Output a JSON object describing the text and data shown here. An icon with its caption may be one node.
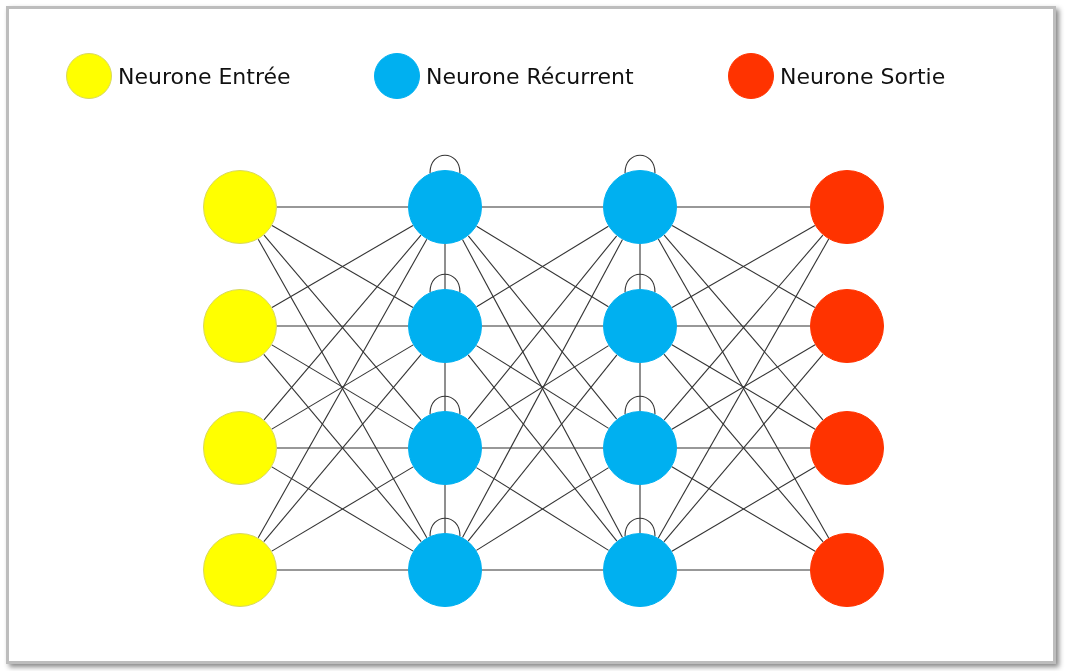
{
  "diagram": {
    "nodes": [
      {
        "text": [],
        "shape": "circle"
      },
      {
        "text": [],
        "shape": "circle"
      },
      {
        "text": [],
        "shape": "circle"
      },
      {
        "text": [],
        "shape": "circle"
      },
      {
        "text": [],
        "shape": "circle"
      },
      {
        "text": [],
        "shape": "circle"
      },
      {
        "text": [],
        "shape": "circle"
      },
      {
        "text": [],
        "shape": "circle"
      },
      {
        "text": [],
        "shape": "circle"
      },
      {
        "text": [],
        "shape": "circle"
      },
      {
        "text": [],
        "shape": "circle"
      },
      {
        "text": [],
        "shape": "circle"
      },
      {
        "text": [],
        "shape": "circle"
      },
      {
        "text": [],
        "shape": "circle"
      },
      {
        "text": [],
        "shape": "circle"
      },
      {
        "text": [],
        "shape": "circle"
      }
    ],
    "edges": [
      {
        "from": 0,
        "to": 4,
        "arrow": "none"
      },
      {
        "from": 0,
        "to": 5,
        "arrow": "none"
      },
      {
        "from": 0,
        "to": 6,
        "arrow": "none"
      },
      {
        "from": 0,
        "to": 7,
        "arrow": "none"
      },
      {
        "from": 1,
        "to": 4,
        "arrow": "none"
      },
      {
        "from": 1,
        "to": 5,
        "arrow": "none"
      },
      {
        "from": 1,
        "to": 6,
        "arrow": "none"
      },
      {
        "from": 1,
        "to": 7,
        "arrow": "none"
      },
      {
        "from": 2,
        "to": 4,
        "arrow": "none"
      },
      {
        "from": 2,
        "to": 5,
        "arrow": "none"
      },
      {
        "from": 2,
        "to": 6,
        "arrow": "none"
      },
      {
        "from": 2,
        "to": 7,
        "arrow": "none"
      },
      {
        "from": 3,
        "to": 4,
        "arrow": "none"
      },
      {
        "from": 3,
        "to": 5,
        "arrow": "none"
      },
      {
        "from": 3,
        "to": 6,
        "arrow": "none"
      },
      {
        "from": 3,
        "to": 7,
        "arrow": "none"
      },
      {
        "from": 4,
        "to": 8,
        "arrow": "none"
      },
      {
        "from": 4,
        "to": 9,
        "arrow": "none"
      },
      {
        "from": 4,
        "to": 10,
        "arrow": "none"
      },
      {
        "from": 4,
        "to": 11,
        "arrow": "none"
      },
      {
        "from": 5,
        "to": 8,
        "arrow": "none"
      },
      {
        "from": 5,
        "to": 9,
        "arrow": "none"
      },
      {
        "from": 5,
        "to": 10,
        "arrow": "none"
      },
      {
        "from": 5,
        "to": 11,
        "arrow": "none"
      },
      {
        "from": 6,
        "to": 8,
        "arrow": "none"
      },
      {
        "from": 6,
        "to": 9,
        "arrow": "none"
      },
      {
        "from": 6,
        "to": 10,
        "arrow": "none"
      },
      {
        "from": 6,
        "to": 11,
        "arrow": "none"
      },
      {
        "from": 7,
        "to": 8,
        "arrow": "none"
      },
      {
        "from": 7,
        "to": 9,
        "arrow": "none"
      },
      {
        "from": 7,
        "to": 10,
        "arrow": "none"
      },
      {
        "from": 7,
        "to": 11,
        "arrow": "none"
      },
      {
        "from": 8,
        "to": 12,
        "arrow": "none"
      },
      {
        "from": 8,
        "to": 13,
        "arrow": "none"
      },
      {
        "from": 8,
        "to": 14,
        "arrow": "none"
      },
      {
        "from": 8,
        "to": 15,
        "arrow": "none"
      },
      {
        "from": 9,
        "to": 12,
        "arrow": "none"
      },
      {
        "from": 9,
        "to": 13,
        "arrow": "none"
      },
      {
        "from": 9,
        "to": 14,
        "arrow": "none"
      },
      {
        "from": 9,
        "to": 15,
        "arrow": "none"
      },
      {
        "from": 10,
        "to": 12,
        "arrow": "none"
      },
      {
        "from": 10,
        "to": 13,
        "arrow": "none"
      },
      {
        "from": 10,
        "to": 14,
        "arrow": "none"
      },
      {
        "from": 10,
        "to": 15,
        "arrow": "none"
      },
      {
        "from": 11,
        "to": 12,
        "arrow": "none"
      },
      {
        "from": 11,
        "to": 13,
        "arrow": "none"
      },
      {
        "from": 11,
        "to": 14,
        "arrow": "none"
      },
      {
        "from": 11,
        "to": 15,
        "arrow": "none"
      },
      {
        "from": 4,
        "to": 5,
        "arrow": "none"
      },
      {
        "from": 5,
        "to": 6,
        "arrow": "none"
      },
      {
        "from": 6,
        "to": 7,
        "arrow": "none"
      },
      {
        "from": 8,
        "to": 9,
        "arrow": "none"
      },
      {
        "from": 9,
        "to": 10,
        "arrow": "none"
      },
      {
        "from": 10,
        "to": 11,
        "arrow": "none"
      },
      {
        "from": 4,
        "to": 4,
        "arrow": "none"
      },
      {
        "from": 5,
        "to": 5,
        "arrow": "none"
      },
      {
        "from": 6,
        "to": 6,
        "arrow": "none"
      },
      {
        "from": 7,
        "to": 7,
        "arrow": "none"
      },
      {
        "from": 8,
        "to": 8,
        "arrow": "none"
      },
      {
        "from": 9,
        "to": 9,
        "arrow": "none"
      },
      {
        "from": 10,
        "to": 10,
        "arrow": "none"
      },
      {
        "from": 11,
        "to": 11,
        "arrow": "none"
      }
    ],
    "legend": [
      {
        "text": "Neurone Entrée",
        "color": "#ffff00"
      },
      {
        "text": "Neurone Récurrent",
        "color": "#00b0f0"
      },
      {
        "text": "Neurone Sortie",
        "color": "#ff3300"
      }
    ]
  }
}
